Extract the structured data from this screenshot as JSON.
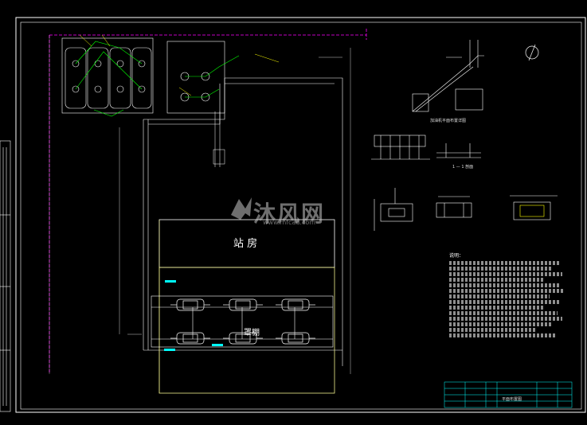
{
  "drawing": {
    "station_room_label": "站 房",
    "canopy_label": "罩棚",
    "detail_title_1": "加油机平面布置详图",
    "detail_title_2": "1 — 1 剖面",
    "notes_title": "说明：",
    "sheet_title": "平面布置图"
  },
  "watermark": {
    "brand": "沐风网",
    "url": "www.mfcad.com"
  },
  "colors": {
    "background": "#000000",
    "frame": "#ffffff",
    "building_outline": "#f0f08c",
    "magenta_line": "#ff00ff",
    "cyan_line": "#00ffff",
    "green_line": "#00ff00",
    "yellow_accent": "#ffff00"
  },
  "icons": {
    "north_arrow": "compass-icon",
    "watermark_logo": "mfcad-logo-icon"
  }
}
